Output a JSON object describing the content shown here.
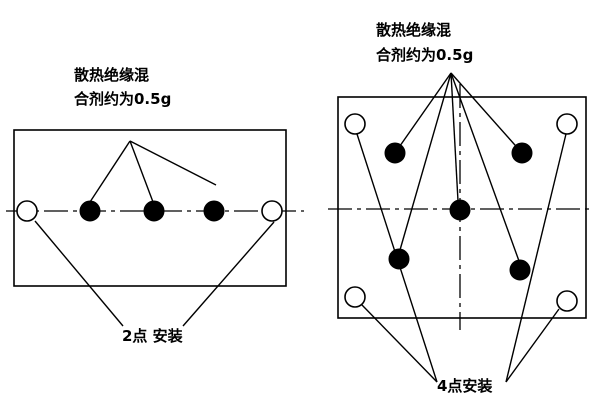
{
  "colors": {
    "line": "#000000",
    "fill": "#000000",
    "background": "#ffffff"
  },
  "two_point": {
    "grease_label_line1": "散热绝缘混",
    "grease_label_line2": "合剂约为0.5g",
    "mount_label": "2点 安装"
  },
  "four_point": {
    "grease_label_line1": "散热绝缘混",
    "grease_label_line2": "合剂约为0.5g",
    "mount_label": "4点安装"
  }
}
